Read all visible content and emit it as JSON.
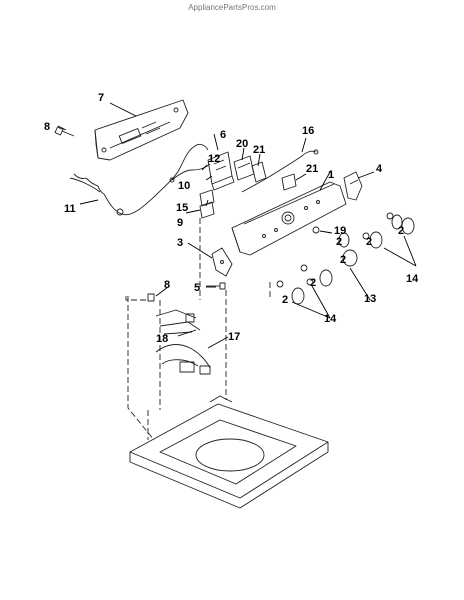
{
  "watermark": "AppliancePartsPros.com",
  "diagram": {
    "callouts": [
      {
        "id": "c1",
        "label": "1"
      },
      {
        "id": "c2a",
        "label": "2"
      },
      {
        "id": "c2b",
        "label": "2"
      },
      {
        "id": "c2c",
        "label": "2"
      },
      {
        "id": "c2d",
        "label": "2"
      },
      {
        "id": "c2e",
        "label": "2"
      },
      {
        "id": "c2f",
        "label": "2"
      },
      {
        "id": "c3",
        "label": "3"
      },
      {
        "id": "c4",
        "label": "4"
      },
      {
        "id": "c5",
        "label": "5"
      },
      {
        "id": "c6",
        "label": "6"
      },
      {
        "id": "c7",
        "label": "7"
      },
      {
        "id": "c8a",
        "label": "8"
      },
      {
        "id": "c8b",
        "label": "8"
      },
      {
        "id": "c9",
        "label": "9"
      },
      {
        "id": "c10",
        "label": "10"
      },
      {
        "id": "c11",
        "label": "11"
      },
      {
        "id": "c12",
        "label": "12"
      },
      {
        "id": "c13",
        "label": "13"
      },
      {
        "id": "c14a",
        "label": "14"
      },
      {
        "id": "c14b",
        "label": "14"
      },
      {
        "id": "c15",
        "label": "15"
      },
      {
        "id": "c16",
        "label": "16"
      },
      {
        "id": "c17",
        "label": "17"
      },
      {
        "id": "c18",
        "label": "18"
      },
      {
        "id": "c19",
        "label": "19"
      },
      {
        "id": "c20",
        "label": "20"
      },
      {
        "id": "c21a",
        "label": "21"
      },
      {
        "id": "c21b",
        "label": "21"
      }
    ]
  }
}
